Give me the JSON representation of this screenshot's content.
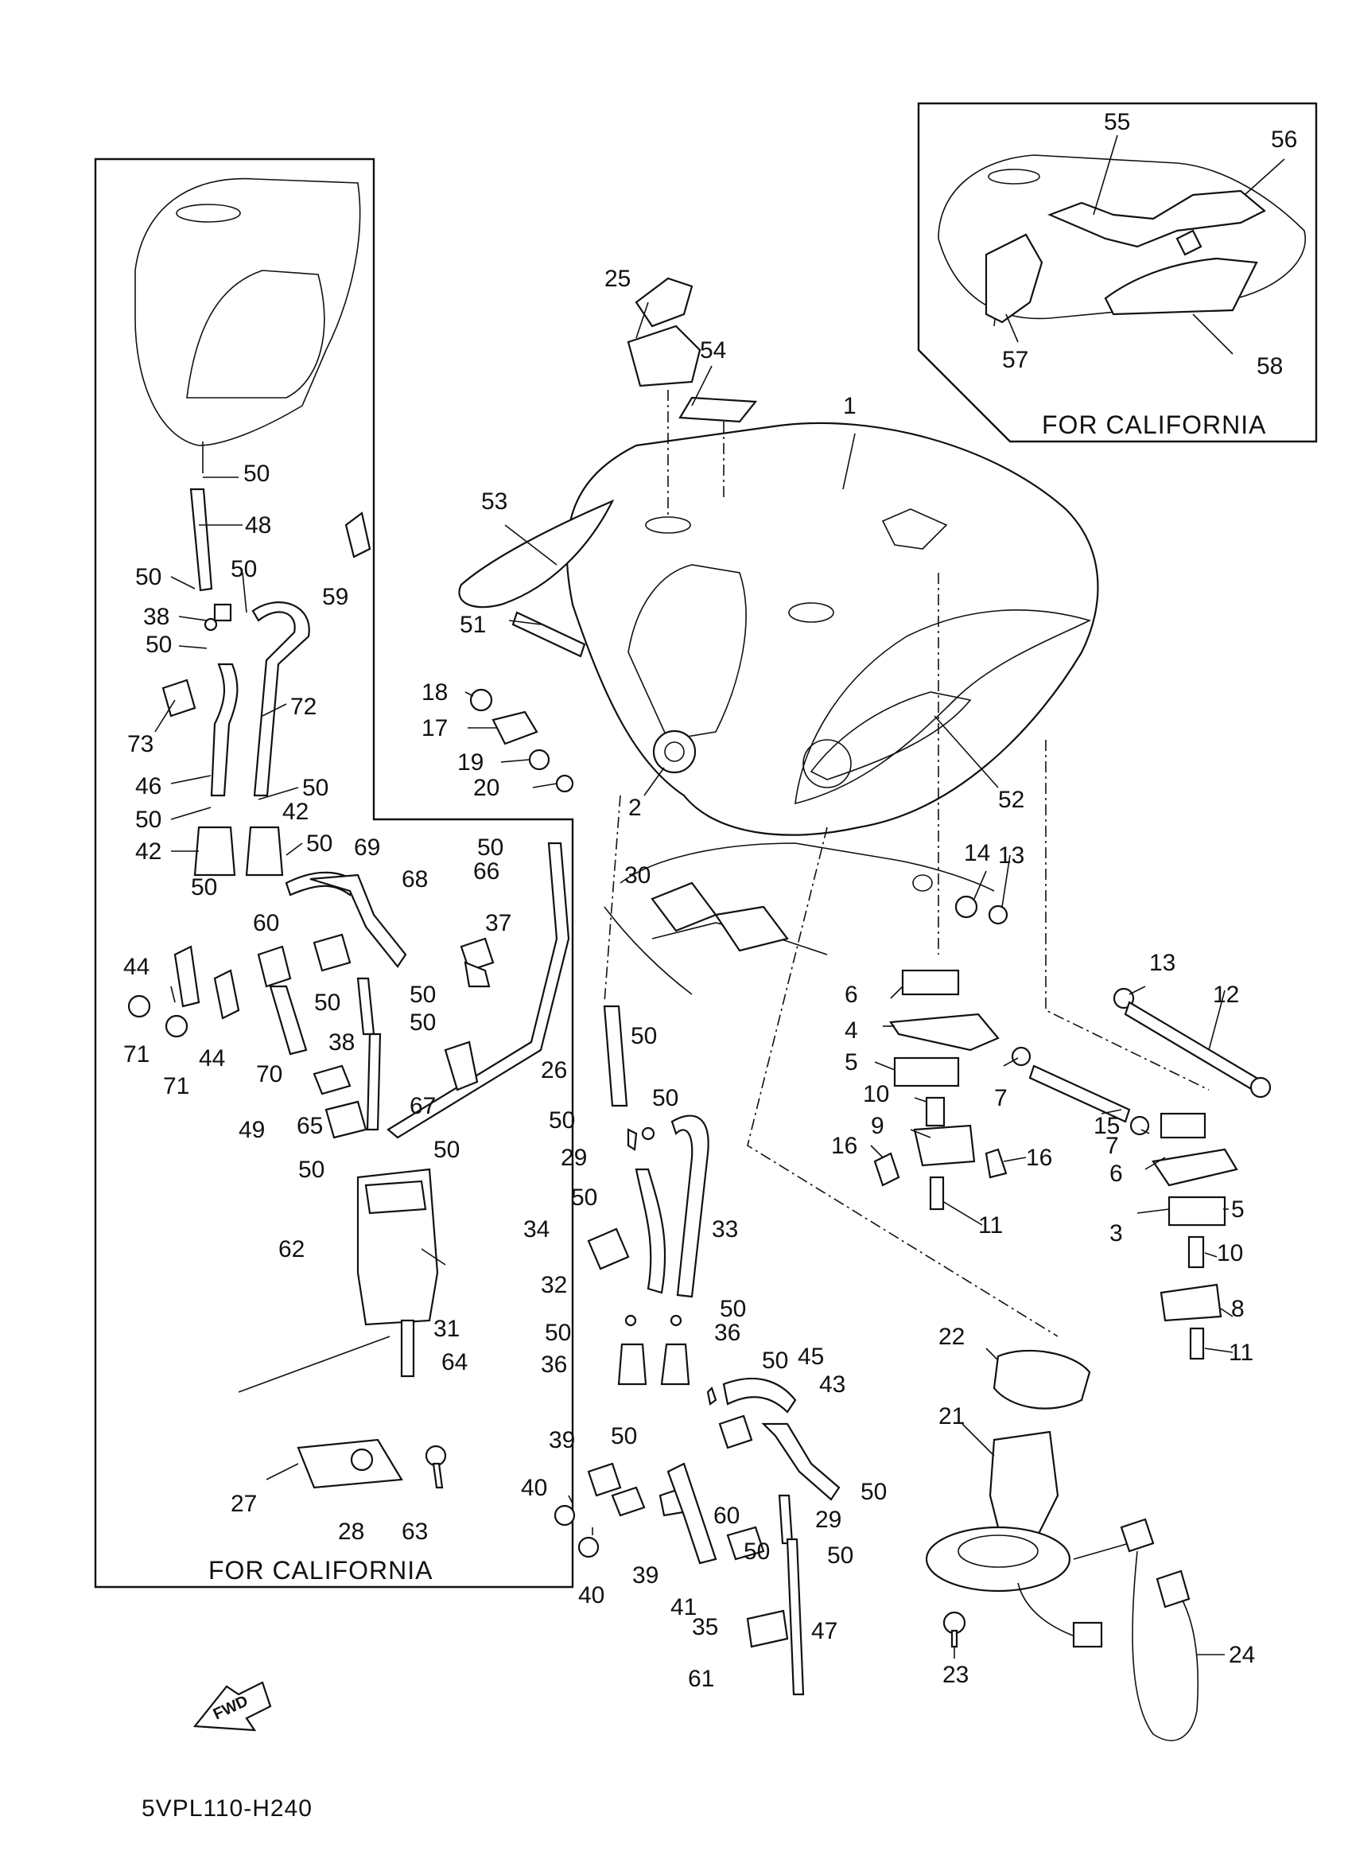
{
  "diagram": {
    "code": "5VPL110-H240",
    "fwd_label": "FWD",
    "california_label_right": "FOR CALIFORNIA",
    "california_label_left": "FOR CALIFORNIA",
    "part_numbers": [
      "1",
      "2",
      "3",
      "4",
      "5",
      "6",
      "7",
      "8",
      "9",
      "10",
      "11",
      "12",
      "13",
      "14",
      "15",
      "16",
      "17",
      "18",
      "19",
      "20",
      "21",
      "22",
      "23",
      "24",
      "25",
      "26",
      "27",
      "28",
      "29",
      "30",
      "31",
      "32",
      "33",
      "34",
      "35",
      "36",
      "37",
      "38",
      "39",
      "40",
      "41",
      "42",
      "43",
      "44",
      "45",
      "46",
      "47",
      "48",
      "49",
      "50",
      "51",
      "52",
      "53",
      "54",
      "55",
      "56",
      "57",
      "58",
      "59",
      "60",
      "61",
      "62",
      "63",
      "64",
      "65",
      "66",
      "67",
      "68",
      "69",
      "70",
      "71",
      "72",
      "73"
    ]
  }
}
